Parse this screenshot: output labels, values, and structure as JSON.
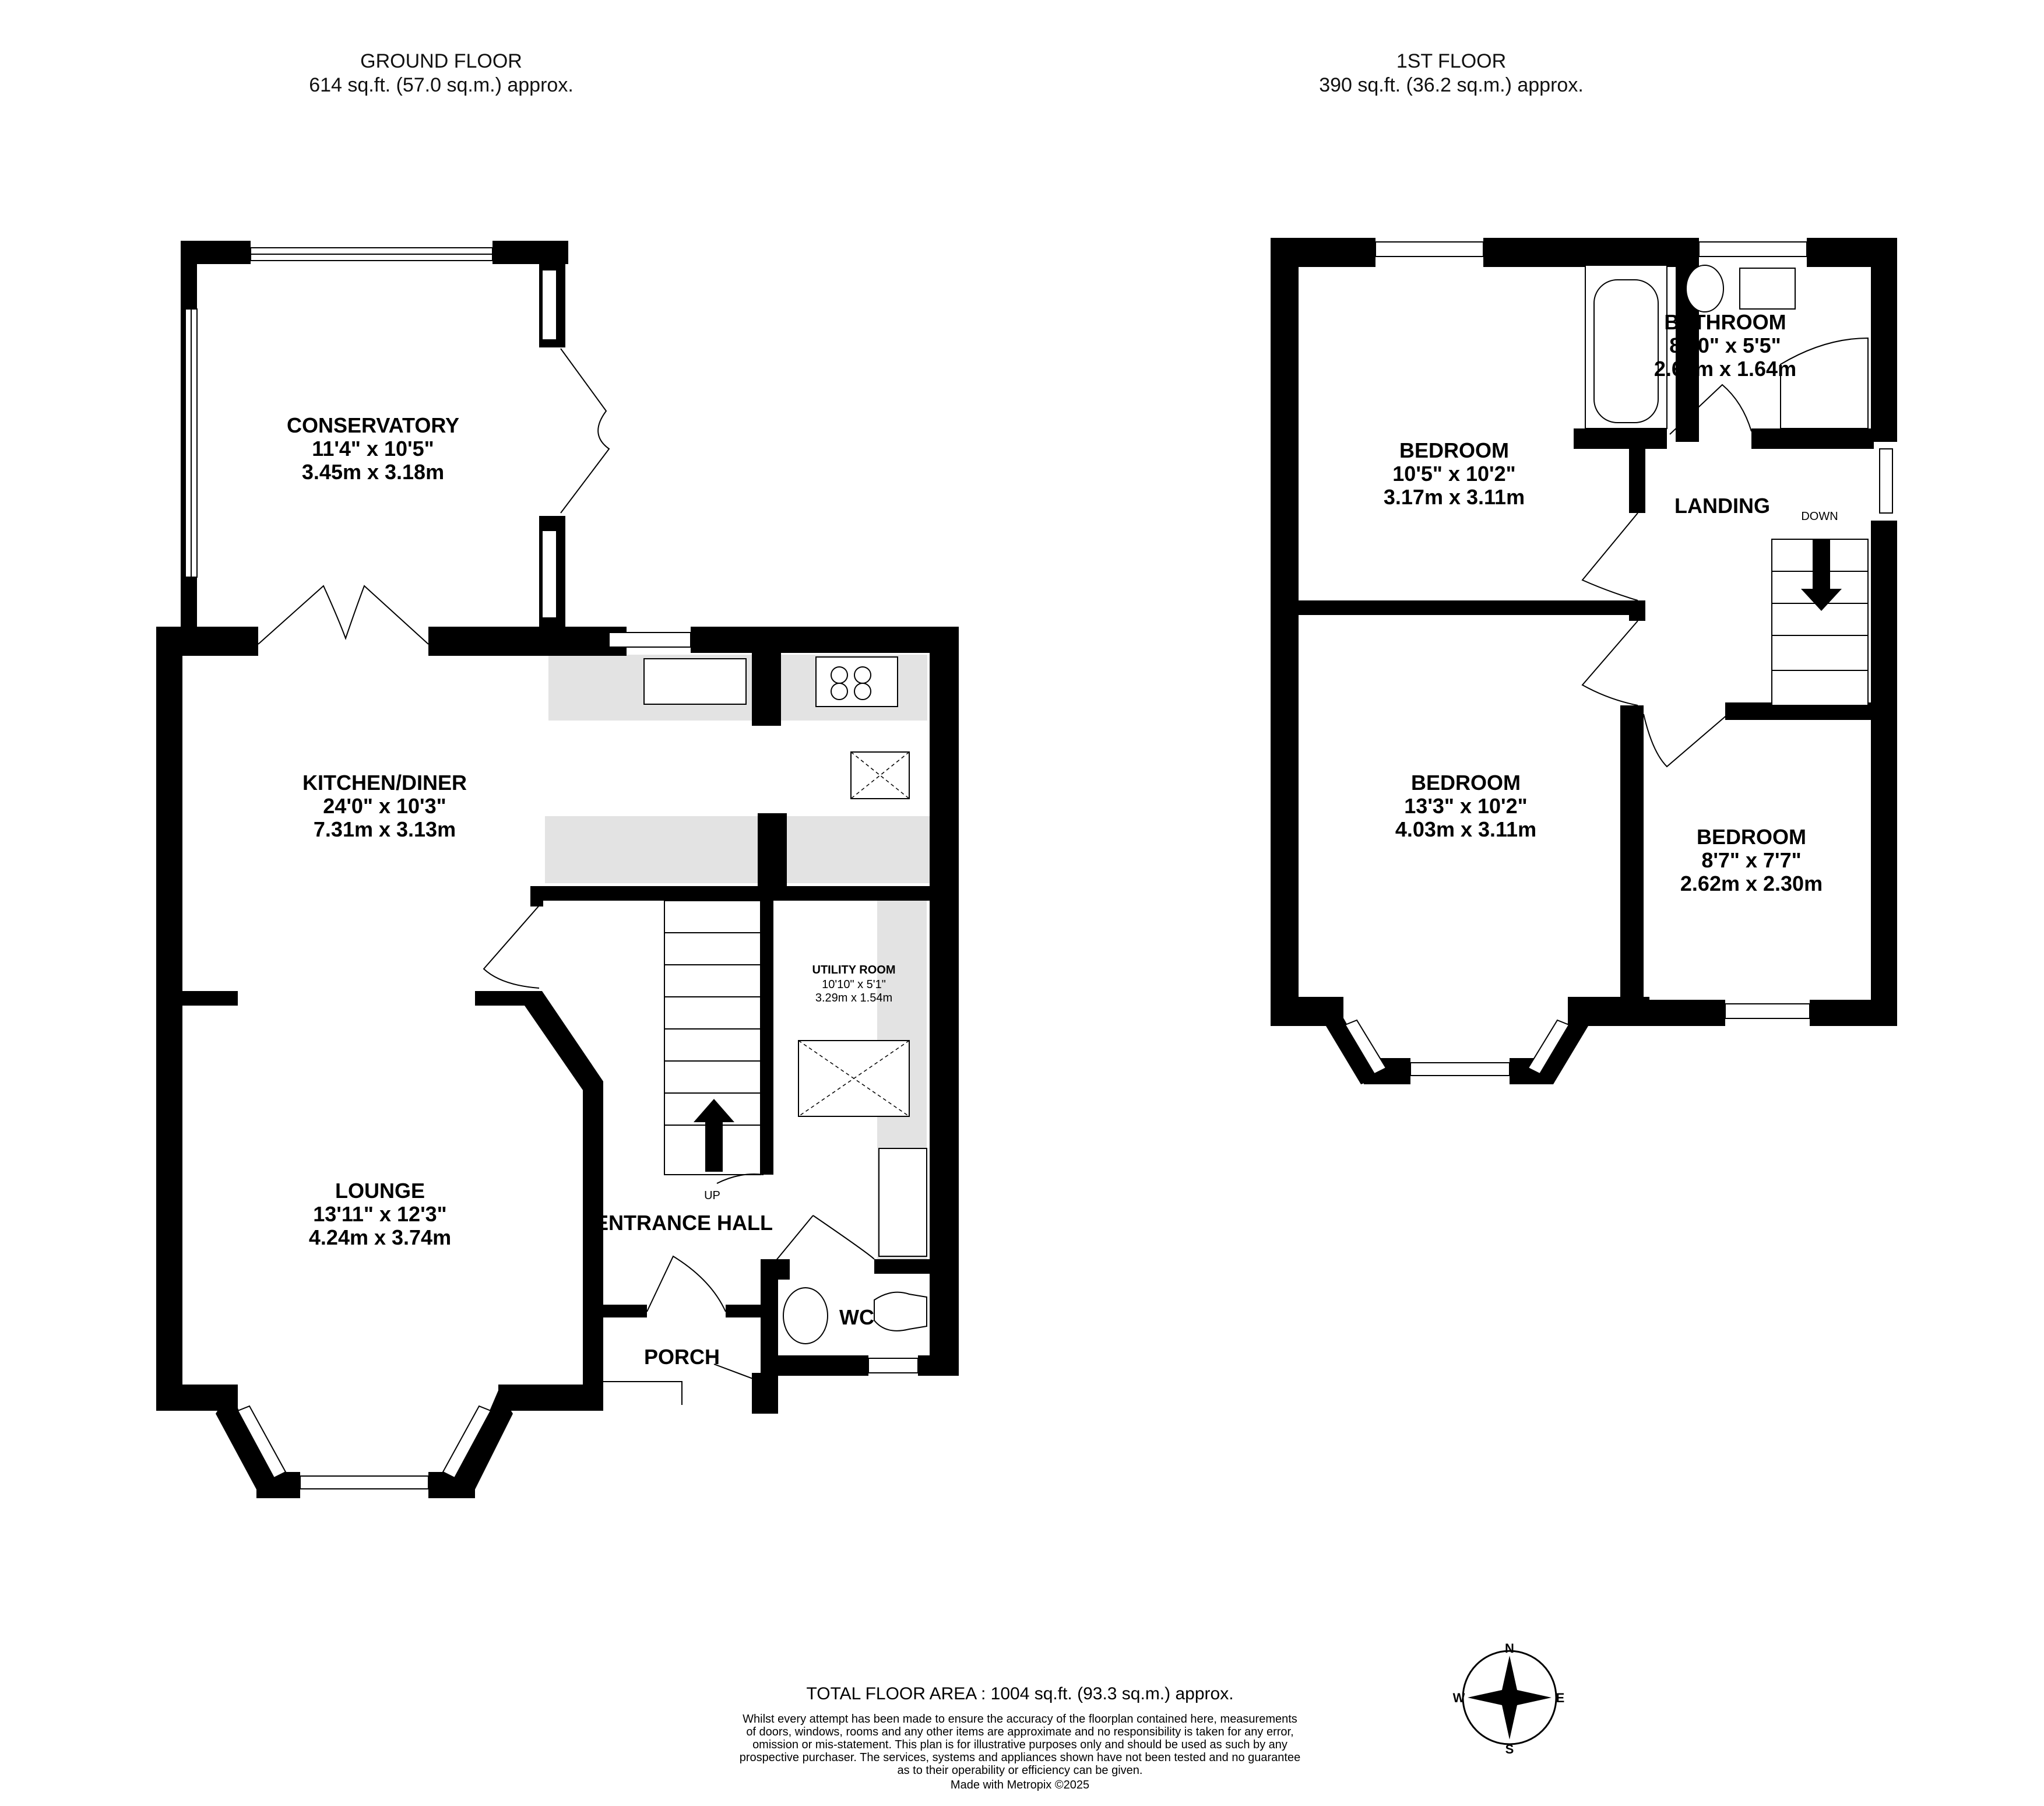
{
  "ground_floor": {
    "title": "GROUND FLOOR",
    "area": "614 sq.ft. (57.0 sq.m.) approx.",
    "rooms": {
      "conservatory": {
        "name": "CONSERVATORY",
        "imperial": "11'4\"  x 10'5\"",
        "metric": "3.45m  x 3.18m"
      },
      "kitchen": {
        "name": "KITCHEN/DINER",
        "imperial": "24'0\"  x 10'3\"",
        "metric": "7.31m  x 3.13m"
      },
      "lounge": {
        "name": "LOUNGE",
        "imperial": "13'11\"  x 12'3\"",
        "metric": "4.24m  x 3.74m"
      },
      "utility": {
        "name": "UTILITY ROOM",
        "imperial": "10'10\"  x 5'1\"",
        "metric": "3.29m  x 1.54m"
      },
      "hall": {
        "name": "ENTRANCE HALL"
      },
      "wc": {
        "name": "WC"
      },
      "porch": {
        "name": "PORCH"
      }
    },
    "stairs_label": "UP"
  },
  "first_floor": {
    "title": "1ST FLOOR",
    "area": "390 sq.ft. (36.2 sq.m.) approx.",
    "rooms": {
      "bathroom": {
        "name": "BATHROOM",
        "imperial": "8'10\"  x 5'5\"",
        "metric": "2.69m  x 1.64m"
      },
      "bedroom1": {
        "name": "BEDROOM",
        "imperial": "10'5\"  x 10'2\"",
        "metric": "3.17m  x 3.11m"
      },
      "bedroom2": {
        "name": "BEDROOM",
        "imperial": "13'3\"  x 10'2\"",
        "metric": "4.03m  x 3.11m"
      },
      "bedroom3": {
        "name": "BEDROOM",
        "imperial": "8'7\"  x 7'7\"",
        "metric": "2.62m  x 2.30m"
      },
      "landing": {
        "name": "LANDING"
      }
    },
    "stairs_label": "DOWN"
  },
  "footer": {
    "total_area": "TOTAL FLOOR AREA : 1004 sq.ft. (93.3 sq.m.) approx.",
    "disclaimer": [
      "Whilst every attempt has been made to ensure the accuracy of the floorplan contained here, measurements",
      "of doors, windows, rooms and any other items are approximate and no responsibility is taken for any error,",
      "omission or mis-statement. This plan is for illustrative purposes only and should be used as such by any",
      "prospective purchaser. The services, systems and appliances shown have not been tested and no guarantee",
      "as to their operability or efficiency can be given."
    ],
    "credit": "Made with Metropix ©2025"
  },
  "compass": {
    "n": "N",
    "s": "S",
    "e": "E",
    "w": "W",
    "icon": "compass-rose-icon"
  }
}
